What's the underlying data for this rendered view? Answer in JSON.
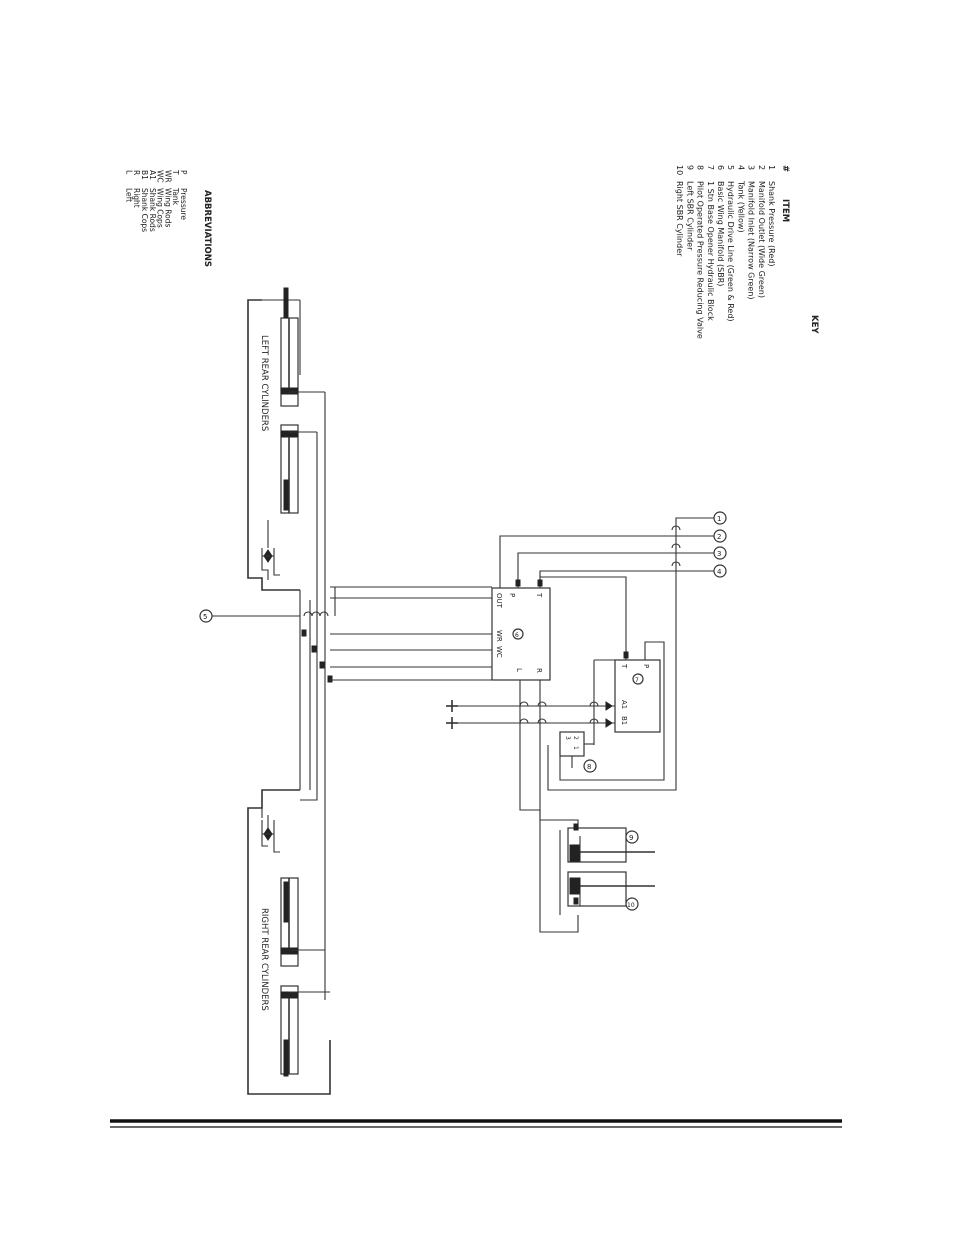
{
  "key": {
    "title": "KEY",
    "col_num": "#",
    "col_item": "ITEM",
    "items": [
      {
        "num": "1",
        "text": "Shank Pressure (Red)"
      },
      {
        "num": "2",
        "text": "Manifold Outlet (Wide Green)"
      },
      {
        "num": "3",
        "text": "Manifold Inlet (Narrow Green)"
      },
      {
        "num": "4",
        "text": "Tank (Yellow)"
      },
      {
        "num": "5",
        "text": "Hydraulic Drive Line (Green & Red)"
      },
      {
        "num": "6",
        "text": "Basic Wing Manifold (SBR)"
      },
      {
        "num": "7",
        "text": "1 Stn Base Opener Hydraulic Block"
      },
      {
        "num": "8",
        "text": "Pilot Operated Pressure Reducing Valve"
      },
      {
        "num": "9",
        "text": "Left SBR Cylinder"
      },
      {
        "num": "10",
        "text": "Right SBR Cylinder"
      }
    ]
  },
  "abbreviations": {
    "title": "ABBREVIATIONS",
    "items": [
      {
        "abbr": "P",
        "text": "Pressure"
      },
      {
        "abbr": "T",
        "text": "Tank"
      },
      {
        "abbr": "WR",
        "text": "Wing Rods"
      },
      {
        "abbr": "WC",
        "text": "Wing Cops"
      },
      {
        "abbr": "A1",
        "text": "Shank Rods"
      },
      {
        "abbr": "B1",
        "text": "Shank Cops"
      },
      {
        "abbr": "R",
        "text": "Right"
      },
      {
        "abbr": "L",
        "text": "Left"
      }
    ]
  },
  "diagram": {
    "left_group_label": "LEFT REAR CYLINDERS",
    "right_group_label": "RIGHT REAR CYLINDERS",
    "manifold": {
      "number": "6",
      "ports": {
        "out": "OUT",
        "p": "P",
        "t": "T",
        "wr": "WR",
        "wc": "WC",
        "r": "R",
        "l": "L"
      }
    },
    "block": {
      "number": "7",
      "ports": {
        "p": "P",
        "t": "T",
        "a1": "A1",
        "b1": "B1"
      }
    },
    "reducing_valve": {
      "number": "8",
      "ports": {
        "p3": "3",
        "p2": "2",
        "p1": "1"
      }
    },
    "callouts": [
      "1",
      "2",
      "3",
      "4",
      "5",
      "9",
      "10"
    ]
  }
}
